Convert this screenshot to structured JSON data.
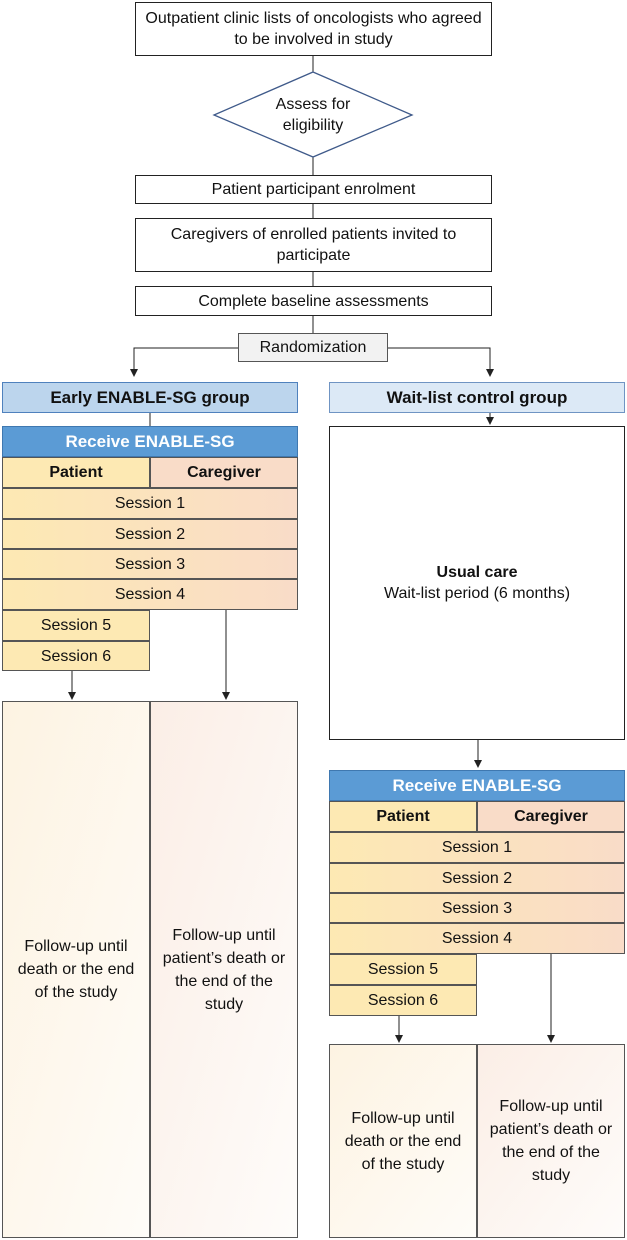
{
  "flow": {
    "clinic_lists": "Outpatient clinic lists of oncologists who agreed to be involved in study",
    "assess": "Assess for eligibility",
    "enrolment": "Patient participant enrolment",
    "caregivers_invited": "Caregivers of enrolled patients invited to participate",
    "baseline": "Complete baseline assessments",
    "randomization": "Randomization"
  },
  "early": {
    "header": "Early ENABLE-SG group",
    "receive": "Receive ENABLE-SG",
    "patient": "Patient",
    "caregiver": "Caregiver",
    "sessions": [
      "Session 1",
      "Session 2",
      "Session 3",
      "Session 4",
      "Session 5",
      "Session 6"
    ],
    "followup_patient": "Follow-up until death or the end of the study",
    "followup_caregiver": "Follow-up until patient’s death or the end of the study"
  },
  "waitlist": {
    "header": "Wait-list control group",
    "usual_care_title": "Usual care",
    "usual_care_sub": "Wait-list period (6 months)",
    "receive": "Receive ENABLE-SG",
    "patient": "Patient",
    "caregiver": "Caregiver",
    "sessions": [
      "Session 1",
      "Session 2",
      "Session 3",
      "Session 4",
      "Session 5",
      "Session 6"
    ],
    "followup_patient": "Follow-up until death or the end of the study",
    "followup_caregiver": "Follow-up until patient’s death or the end of the study"
  }
}
